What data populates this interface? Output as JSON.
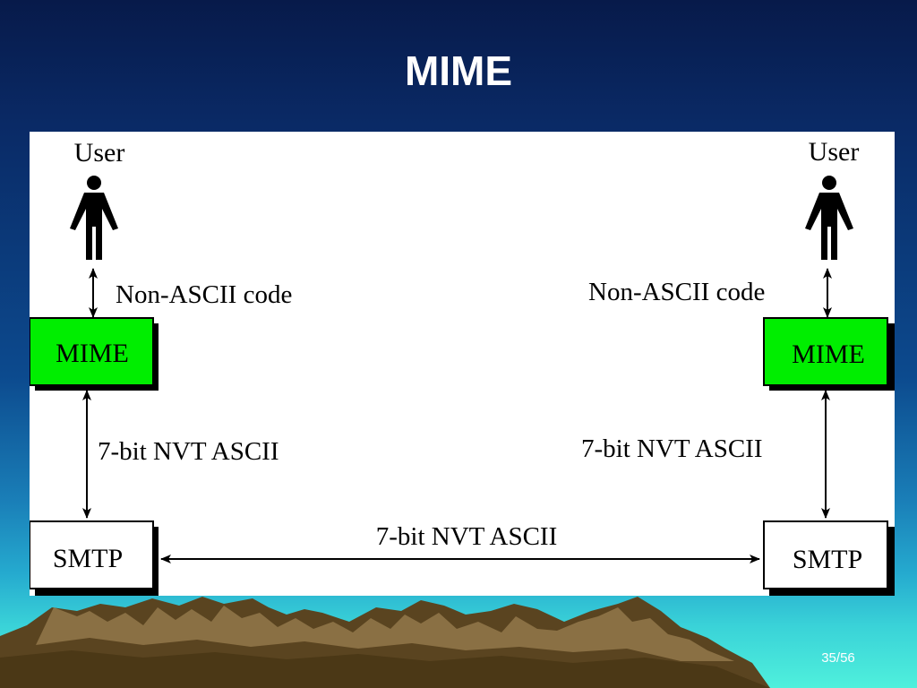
{
  "slide": {
    "title": "MIME",
    "page_number": "35/56"
  },
  "diagram": {
    "left": {
      "user_label": "User",
      "user_link_label": "Non-ASCII code",
      "mime_label": "MIME",
      "mime_smtp_link_label": "7-bit NVT ASCII",
      "smtp_label": "SMTP"
    },
    "right": {
      "user_label": "User",
      "user_link_label": "Non-ASCII code",
      "mime_label": "MIME",
      "mime_smtp_link_label": "7-bit NVT ASCII",
      "smtp_label": "SMTP"
    },
    "smtp_link_label": "7-bit NVT ASCII"
  },
  "colors": {
    "mime_box": "#00ee00",
    "smtp_box": "#ffffff",
    "box_shadow": "#000000"
  }
}
